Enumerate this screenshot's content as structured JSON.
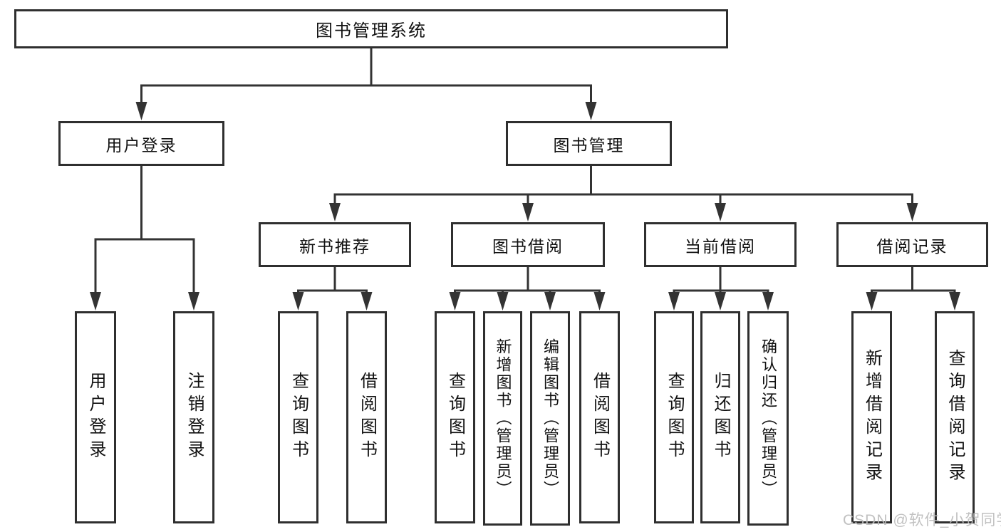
{
  "tree": {
    "label": "图书管理系统",
    "children": [
      {
        "label": "用户登录",
        "children": [
          {
            "label": "用户登录"
          },
          {
            "label": "注销登录"
          }
        ]
      },
      {
        "label": "图书管理",
        "children": [
          {
            "label": "新书推荐",
            "children": [
              {
                "label": "查询图书"
              },
              {
                "label": "借阅图书"
              }
            ]
          },
          {
            "label": "图书借阅",
            "children": [
              {
                "label": "查询图书"
              },
              {
                "label": "新增图书（管理员）"
              },
              {
                "label": "编辑图书（管理员）"
              },
              {
                "label": "借阅图书"
              }
            ]
          },
          {
            "label": "当前借阅",
            "children": [
              {
                "label": "查询图书"
              },
              {
                "label": "归还图书"
              },
              {
                "label": "确认归还（管理员）"
              }
            ]
          },
          {
            "label": "借阅记录",
            "children": [
              {
                "label": "新增借阅记录"
              },
              {
                "label": "查询借阅记录"
              }
            ]
          }
        ]
      }
    ]
  },
  "watermark": {
    "text": "CSDN @软件_小贺同学"
  },
  "colors": {
    "line": "#333333",
    "box_border": "#2f2f2f",
    "text": "#111111",
    "watermark": "#bcbcbc",
    "background": "#ffffff"
  }
}
